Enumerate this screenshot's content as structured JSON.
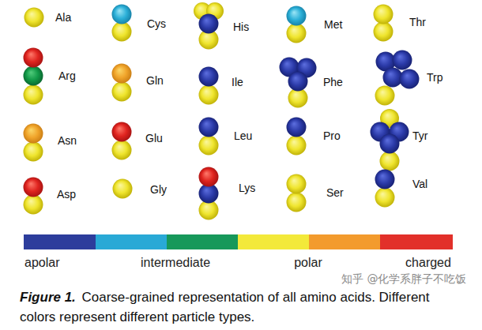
{
  "diagram": {
    "caption": "Coarse-grained representation of all amino acids. Different colors represent different particle types.",
    "labels": [
      "Ala",
      "Cys",
      "His",
      "Met",
      "Thr",
      "Arg",
      "Gln",
      "Ile",
      "Phe",
      "Trp",
      "Asn",
      "Glu",
      "Leu",
      "Pro",
      "Tyr",
      "Asp",
      "Gly",
      "Lys",
      "Ser",
      "Val",
      "Figure 1.",
      "知乎 @化学系胖子不吃饭"
    ],
    "legend": [
      {
        "text": "apolar",
        "color": "#2d3d9c"
      },
      {
        "text": "intermediate",
        "color": "#17985a"
      },
      {
        "text": "polar",
        "color": "#f3e93a"
      },
      {
        "text": "charged",
        "color": "#e2302a"
      }
    ]
  }
}
